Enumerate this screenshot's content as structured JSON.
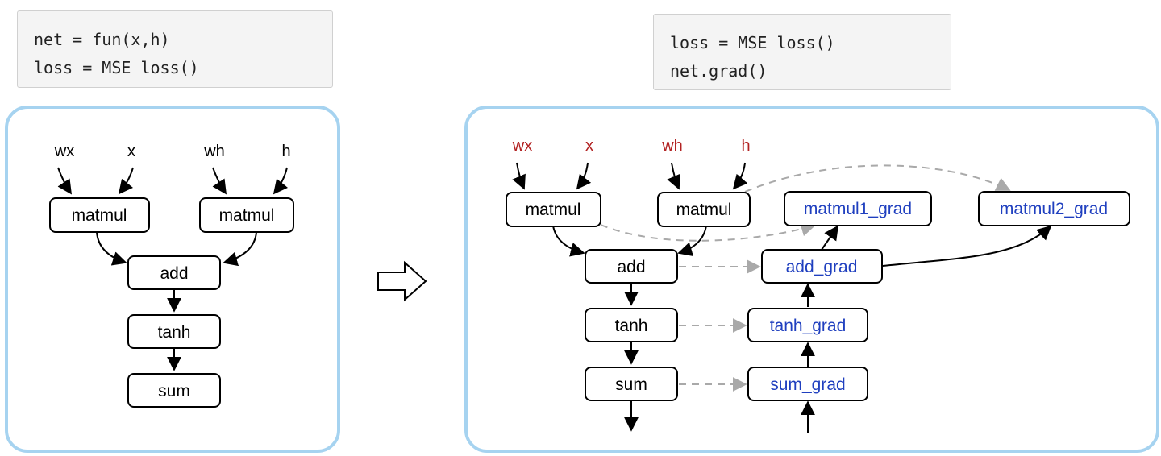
{
  "code_left": {
    "lines": [
      "net = fun(x,h)",
      "loss = MSE_loss()"
    ]
  },
  "code_right": {
    "lines": [
      "loss = MSE_loss()",
      "net.grad()"
    ]
  },
  "left_graph": {
    "inputs": [
      "wx",
      "x",
      "wh",
      "h"
    ],
    "nodes": {
      "matmul1": "matmul",
      "matmul2": "matmul",
      "add": "add",
      "tanh": "tanh",
      "sum": "sum"
    }
  },
  "right_graph": {
    "inputs": [
      "wx",
      "x",
      "wh",
      "h"
    ],
    "nodes": {
      "matmul1": "matmul",
      "matmul2": "matmul",
      "add": "add",
      "tanh": "tanh",
      "sum": "sum"
    },
    "grad_nodes": {
      "matmul1_grad": "matmul1_grad",
      "matmul2_grad": "matmul2_grad",
      "add_grad": "add_grad",
      "tanh_grad": "tanh_grad",
      "sum_grad": "sum_grad"
    }
  },
  "colors": {
    "panel_border": "#a6d3f0",
    "input_label_right": "#b22222",
    "grad_label": "#1f3fbf",
    "dashed_arrow": "#a9a9a9"
  }
}
